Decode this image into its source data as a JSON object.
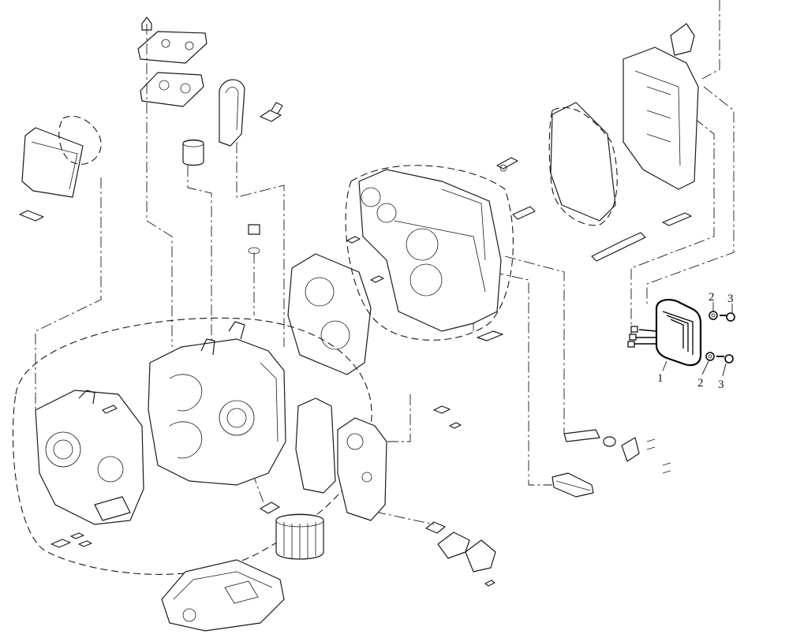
{
  "callouts": [
    {
      "id": "c1",
      "label": "1"
    },
    {
      "id": "c2a",
      "label": "2"
    },
    {
      "id": "c3a",
      "label": "3"
    },
    {
      "id": "c2b",
      "label": "2"
    },
    {
      "id": "c3b",
      "label": "3"
    }
  ]
}
